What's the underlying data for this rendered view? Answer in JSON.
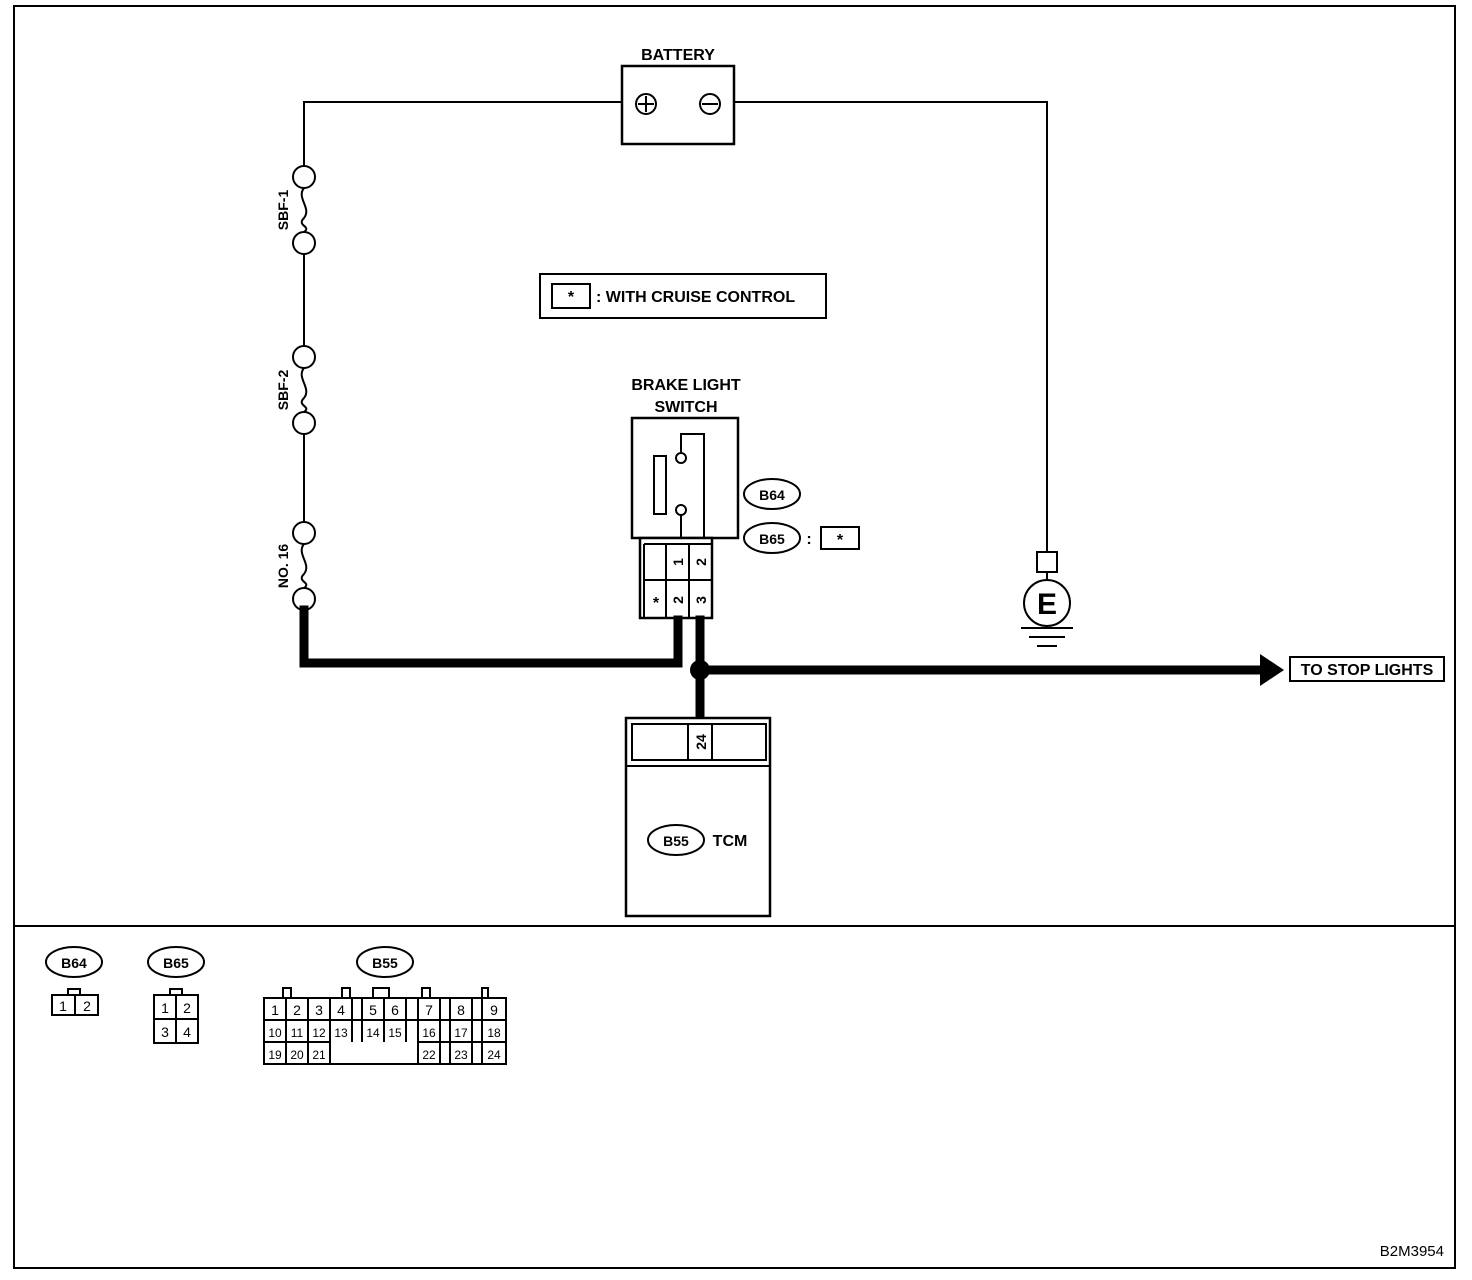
{
  "battery": {
    "label": "BATTERY",
    "pos": "+",
    "neg": "−"
  },
  "fuses": [
    {
      "label": "SBF-1"
    },
    {
      "label": "SBF-2"
    },
    {
      "label": "NO. 16"
    }
  ],
  "legend": {
    "symbol": "*",
    "text": ": WITH CRUISE CONTROL"
  },
  "brake_switch": {
    "label_line1": "BRAKE LIGHT",
    "label_line2": "SWITCH",
    "connector_b64": "B64",
    "connector_b65": "B65",
    "b65_colon": ":",
    "b65_note": "*",
    "pins_top": [
      "1",
      "2"
    ],
    "pins_bottom": [
      "*",
      "2",
      "3"
    ]
  },
  "ground": {
    "label": "E"
  },
  "stop_lights": {
    "label": "TO STOP LIGHTS"
  },
  "tcm": {
    "connector": "B55",
    "label": "TCM",
    "pin": "24"
  },
  "connectors": {
    "b64": {
      "label": "B64",
      "pins": [
        "1",
        "2"
      ]
    },
    "b65": {
      "label": "B65",
      "pins": [
        "1",
        "2",
        "3",
        "4"
      ]
    },
    "b55": {
      "label": "B55",
      "row1": [
        "1",
        "2",
        "3",
        "4",
        "5",
        "6",
        "7",
        "8",
        "9"
      ],
      "row2": [
        "10",
        "11",
        "12",
        "13",
        "14",
        "15",
        "16",
        "17",
        "18"
      ],
      "row3": [
        "19",
        "20",
        "21",
        "22",
        "23",
        "24"
      ]
    }
  },
  "figure_code": "B2M3954"
}
